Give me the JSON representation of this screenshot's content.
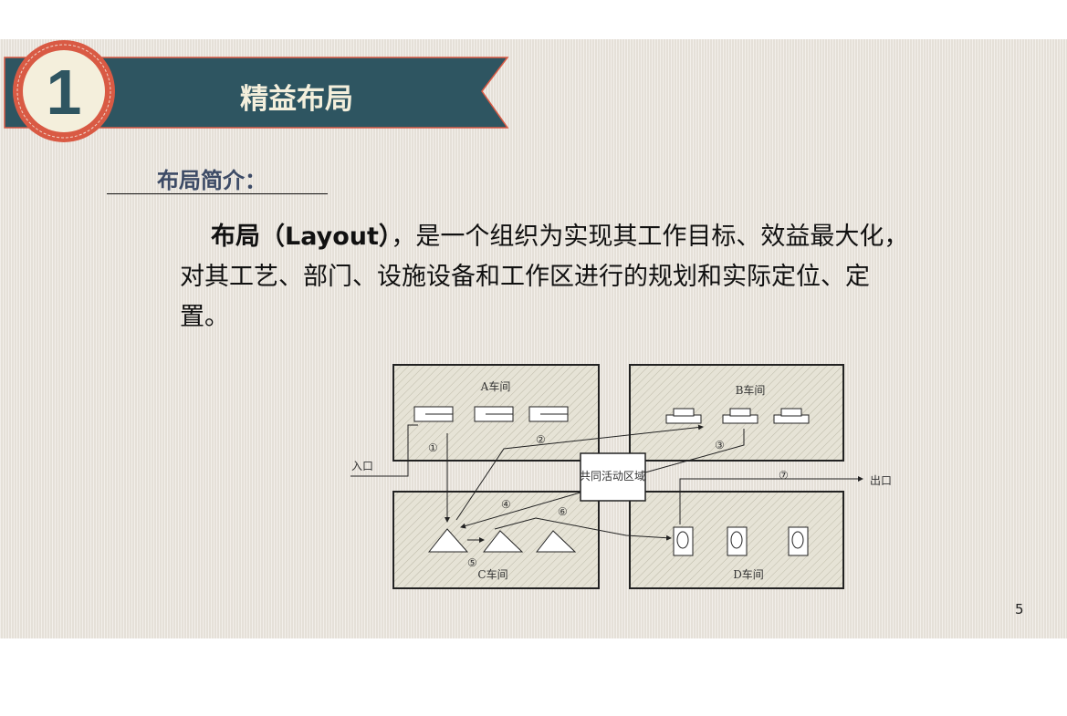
{
  "header": {
    "section_number": "1",
    "title": "精益布局",
    "colors": {
      "banner": "#2e5561",
      "badge_ring": "#d95a44",
      "badge_fill": "#f4efdc"
    }
  },
  "intro": {
    "heading": "布局简介：",
    "term": "布局（Layout）",
    "body": "，是一个组织为实现其工作目标、效益最大化，对其工艺、部门、设施设备和工作区进行的规划和实际定位、定置。"
  },
  "diagram": {
    "workshops": [
      "A车间",
      "B车间",
      "C车间",
      "D车间"
    ],
    "center": "共同活动区域",
    "entrance": "入口",
    "exit": "出口",
    "steps": [
      "①",
      "②",
      "③",
      "④",
      "⑤",
      "⑥",
      "⑦"
    ]
  },
  "page_number": "5"
}
